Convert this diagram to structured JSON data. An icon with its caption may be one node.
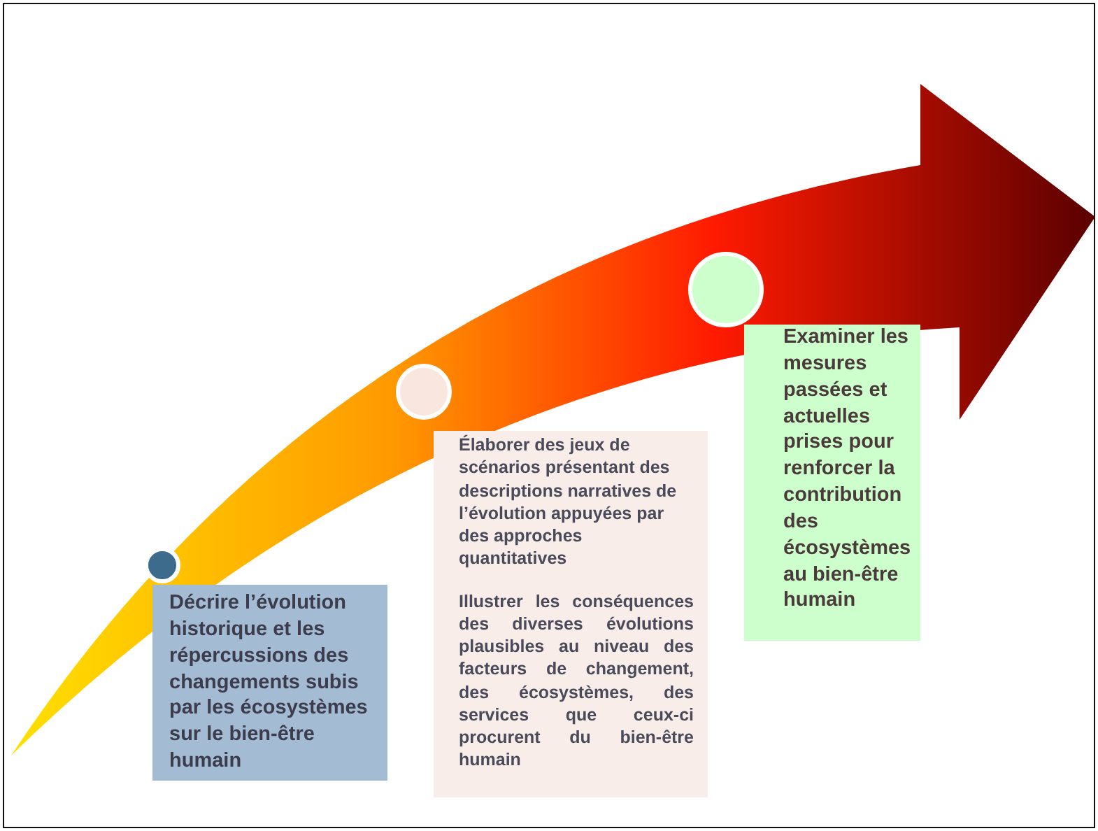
{
  "diagram": {
    "nodes": [
      {
        "text": [],
        "shape": "circle"
      },
      {
        "text": [
          "Décrire l’évolution historique et les répercussions des changements subis par les écosystèmes sur le bien-être humain"
        ]
      },
      {
        "text": [],
        "shape": "circle"
      },
      {
        "text": [
          "Élaborer des jeux de scénarios présentant des descriptions narratives de l’évolution appuyées par des approches quantitatives",
          "Illustrer les conséquences des diverses évolutions plausibles au niveau des facteurs de changement, des écosystèmes, des services que ceux-ci procurent du bien-être humain"
        ]
      },
      {
        "text": [],
        "shape": "circle"
      },
      {
        "text": [
          "Examiner les mesures passées et actuelles prises pour renforcer la contribution des écosystèmes au bien-être humain"
        ]
      }
    ],
    "edges": []
  }
}
